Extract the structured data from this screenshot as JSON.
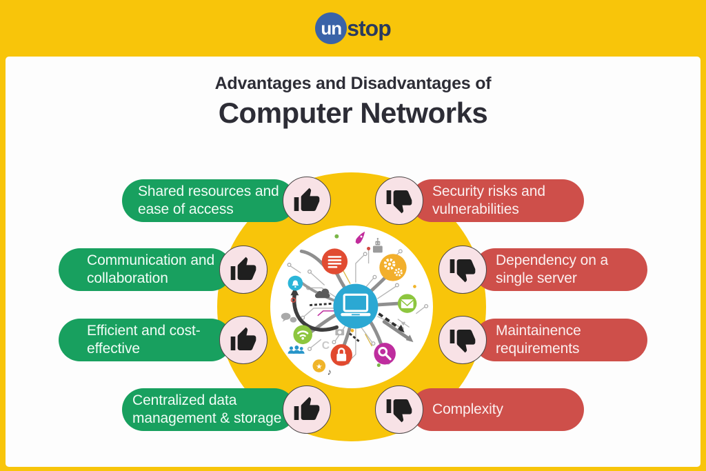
{
  "brand": {
    "logo_un": "un",
    "logo_stop": "stop"
  },
  "title": {
    "line1": "Advantages and Disadvantages of",
    "line2": "Computer Networks"
  },
  "advantages": {
    "items": [
      {
        "label": "Shared resources and\nease of access"
      },
      {
        "label": "Communication and\ncollaboration"
      },
      {
        "label": "Efficient and cost-\neffective"
      },
      {
        "label": "Centralized data\nmanagement & storage"
      }
    ]
  },
  "disadvantages": {
    "items": [
      {
        "label": "Security risks and\nvulnerabilities"
      },
      {
        "label": "Dependency on a\nsingle server"
      },
      {
        "label": "Maintainence\nrequirements"
      },
      {
        "label": "Complexity"
      }
    ]
  },
  "icons": {
    "positive": "thumbs-up-icon",
    "negative": "thumbs-down-icon",
    "center": "computer-network-illustration"
  },
  "colors": {
    "background_yellow": "#F8C50A",
    "advantage_green": "#18A05F",
    "disadvantage_red": "#CE4F4A",
    "badge_pink": "#F8E2E6",
    "badge_outline": "#4A4444",
    "thumb_black": "#1F1F1F",
    "title_dark": "#2D2D36",
    "logo_blue": "#3A63A8",
    "logo_navy": "#2A3B5E",
    "hub_blue": "#2BA8D3"
  }
}
